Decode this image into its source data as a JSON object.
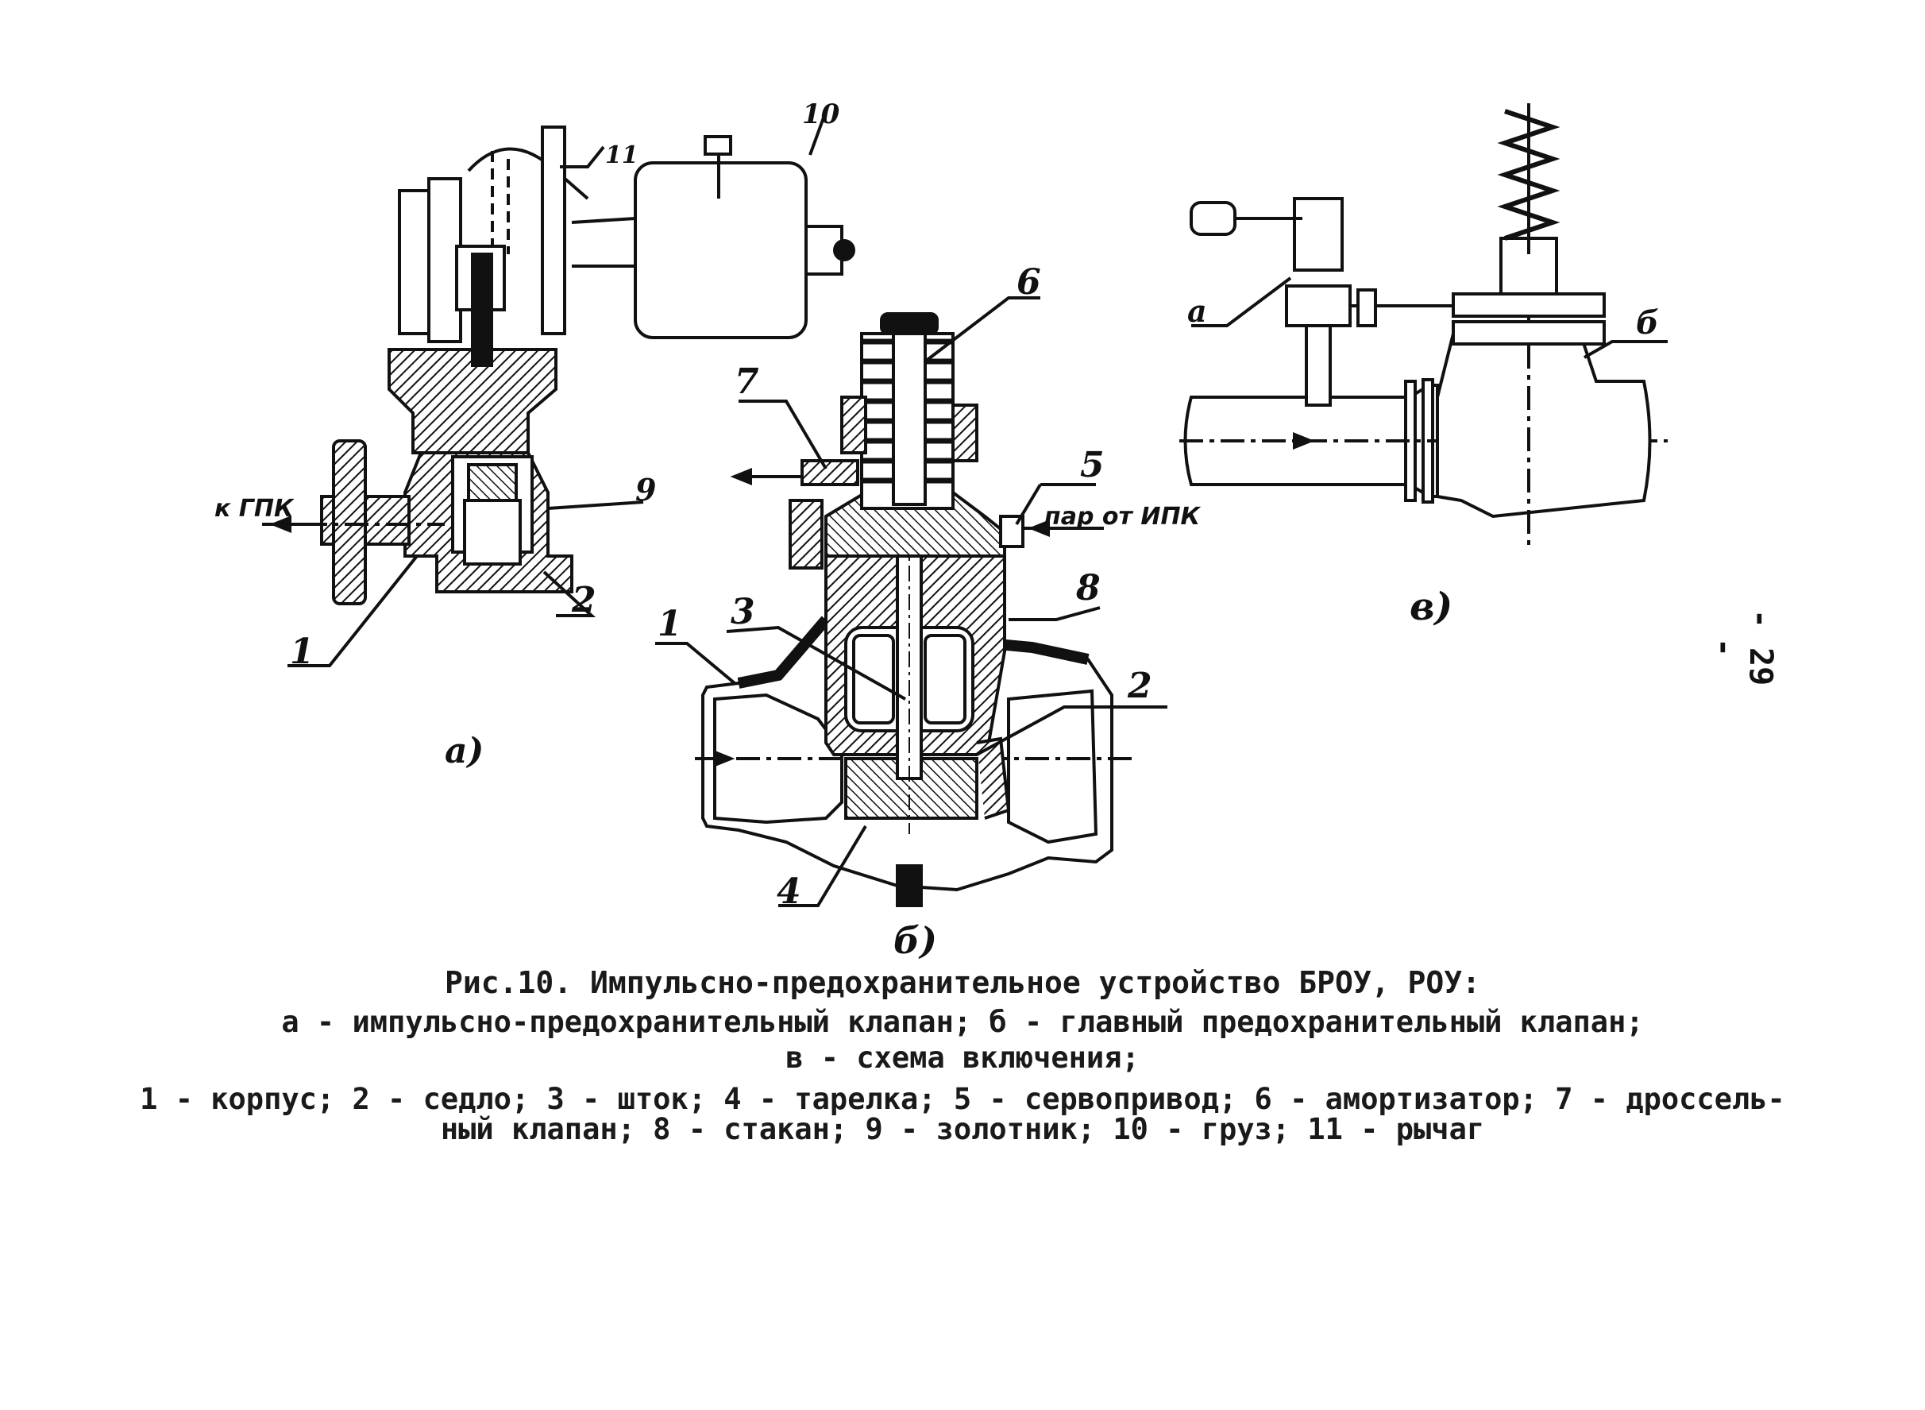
{
  "figure": {
    "caption_title": "Рис.10. Импульсно-предохранительное устройство БРОУ, РОУ:",
    "caption_sub_a": "а - импульсно-предохранительный клапан; б - главный предохранительный клапан;",
    "caption_sub_c": "в - схема включения;",
    "legend_line1": "1 - корпус; 2 - седло; 3 - шток; 4 - тарелка; 5 - сервопривод; 6 - амортизатор; 7 - дроссель-",
    "legend_line2": "ный клапан; 8 - стакан; 9 - золотник; 10 - груз; 11 - рычаг"
  },
  "page_number": "- 29 -",
  "view_a": {
    "label": "а)",
    "flow_note": "к ГПК",
    "callouts": [
      "1",
      "2",
      "9",
      "10",
      "11"
    ]
  },
  "view_b": {
    "label": "б)",
    "flow_note": "пар от ИПК",
    "callouts": [
      "1",
      "2",
      "3",
      "4",
      "5",
      "6",
      "7",
      "8"
    ]
  },
  "view_c": {
    "label": "в)",
    "callouts": [
      "а",
      "б"
    ]
  }
}
